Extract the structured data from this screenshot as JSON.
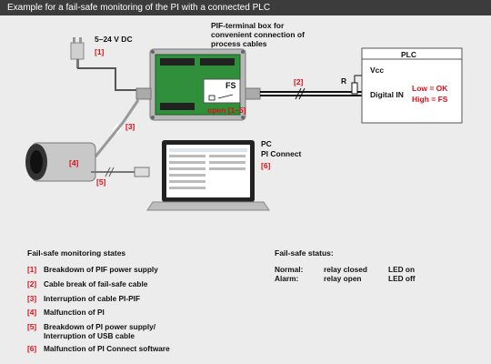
{
  "header": {
    "title": "Example for a fail-safe monitoring of the PI with a connected PLC"
  },
  "diagram": {
    "power_label": "5–24 V DC",
    "terminal_box_label": "PIF-terminal box for convenient connection of process cables",
    "fs_label": "FS",
    "open_label": "open [1–5]",
    "plc_label": "PLC",
    "vcc_label": "Vcc",
    "digital_in_label": "Digital IN",
    "low_label": "Low = OK",
    "high_label": "High = FS",
    "r_label": "R",
    "pc_label": "PC",
    "pi_connect_label": "PI Connect",
    "markers": {
      "m1": "[1]",
      "m2": "[2]",
      "m3": "[3]",
      "m4": "[4]",
      "m5": "[5]",
      "m6": "[6]"
    },
    "colors": {
      "box_green": "#2f8f3a",
      "red": "#d9101a"
    }
  },
  "legend": {
    "title": "Fail-safe monitoring states",
    "items": [
      {
        "num": "[1]",
        "text": "Breakdown of PIF power supply"
      },
      {
        "num": "[2]",
        "text": "Cable break of fail-safe cable"
      },
      {
        "num": "[3]",
        "text": "Interruption of cable PI-PIF"
      },
      {
        "num": "[4]",
        "text": "Malfunction of PI"
      },
      {
        "num": "[5]",
        "text": "Breakdown of PI power supply/ Interruption of USB cable"
      },
      {
        "num": "[6]",
        "text": "Malfunction of PI Connect software"
      }
    ]
  },
  "status": {
    "title": "Fail-safe status:",
    "rows": [
      {
        "mode": "Normal:",
        "relay": "relay closed",
        "led": "LED on"
      },
      {
        "mode": "Alarm:",
        "relay": "relay open",
        "led": "LED off"
      }
    ]
  }
}
